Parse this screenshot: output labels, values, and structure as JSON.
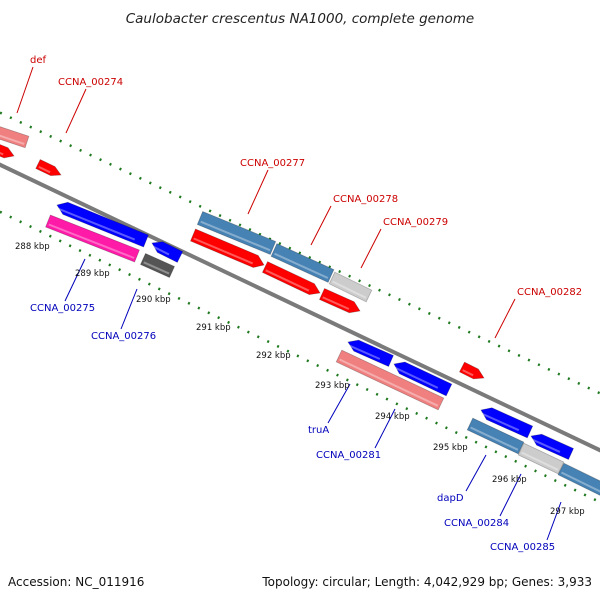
{
  "title": "Caulobacter crescentus NA1000, complete genome",
  "footer": {
    "accession": "Accession: NC_011916",
    "topology": "Topology: circular; Length: 4,042,929 bp; Genes: 3,933"
  },
  "colors": {
    "backbone": "#7a7a7a",
    "tick": "#1f7a1f",
    "forward_label": "#cc0000",
    "reverse_label": "#0000bb",
    "gene_red": "#ff0000",
    "gene_blue": "#0000ff",
    "gene_pink": "#f08080",
    "gene_magenta": "#ff1aa8",
    "gene_steel": "#4682b4",
    "gene_gray": "#cccccc",
    "gene_dark": "#555555"
  },
  "ticks": [
    "288 kbp",
    "289 kbp",
    "290 kbp",
    "291 kbp",
    "292 kbp",
    "293 kbp",
    "294 kbp",
    "295 kbp",
    "296 kbp",
    "297 kbp"
  ],
  "forward_labels": [
    "def",
    "CCNA_00274",
    "CCNA_00277",
    "CCNA_00278",
    "CCNA_00279",
    "CCNA_00282"
  ],
  "reverse_labels": [
    "CCNA_00275",
    "CCNA_00276",
    "truA",
    "CCNA_00281",
    "dapD",
    "CCNA_00284",
    "CCNA_00285"
  ]
}
